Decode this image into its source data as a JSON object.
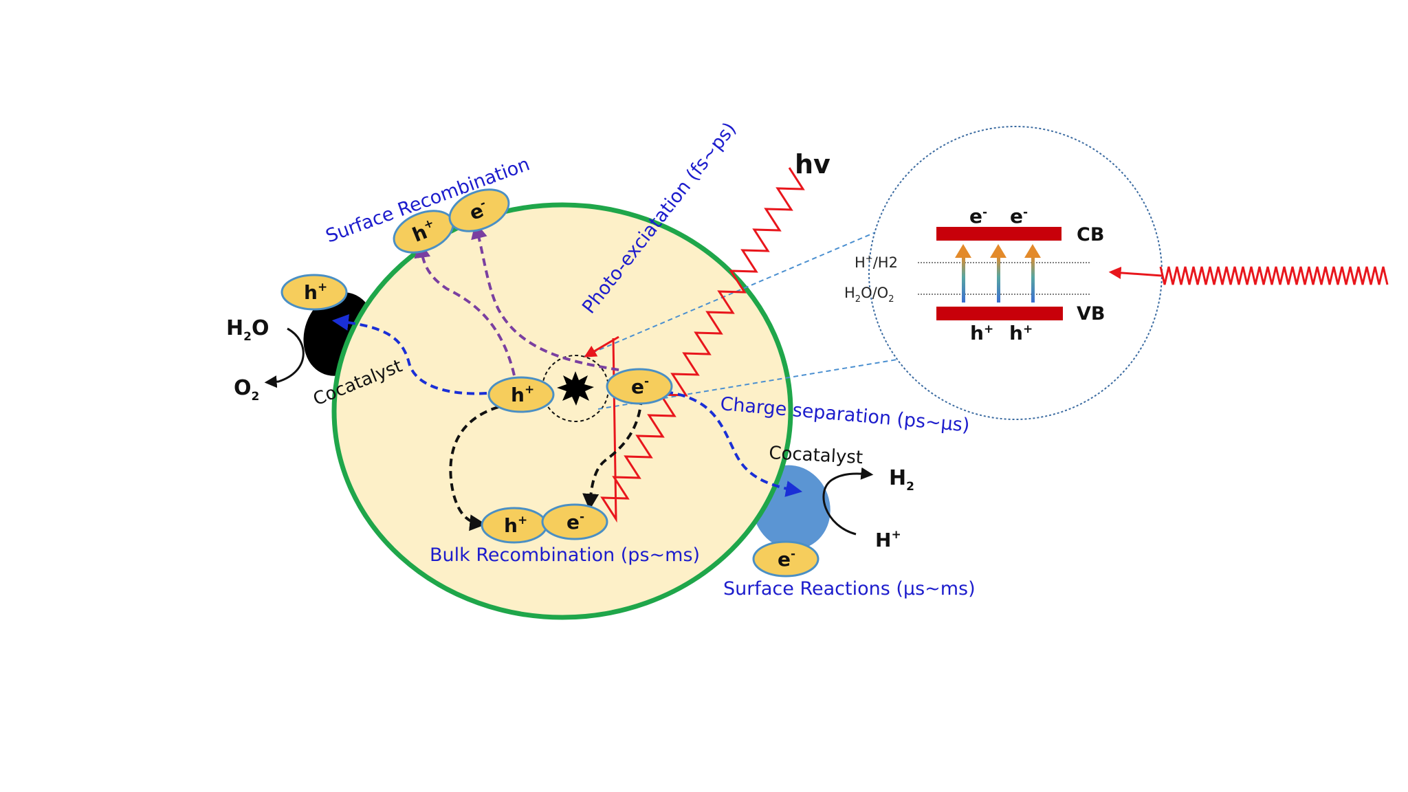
{
  "labels": {
    "surface_recombination": "Surface Recombination",
    "photo_excitation": "Photo-exciatation (fs~ps)",
    "hv": "hv",
    "charge_separation": "Charge separation (ps~µs)",
    "bulk_recombination": "Bulk Recombination (ps~ms)",
    "surface_reactions": "Surface Reactions (µs~ms)",
    "cocatalyst_left": "Cocatalyst",
    "cocatalyst_right": "Cocatalyst"
  },
  "species": {
    "h2o": "H",
    "h2o_sub": "2",
    "h2o_tail": "O",
    "o2": "O",
    "o2_sub": "2",
    "h2": "H",
    "h2_sub": "2",
    "hplus": "H",
    "hplus_sup": "+"
  },
  "carriers": {
    "hole": "h",
    "hole_sup": "+",
    "electron": "e",
    "electron_sup": "-"
  },
  "band_diagram": {
    "cb": "CB",
    "vb": "VB",
    "h_h2": "H",
    "h_h2_sup": "+",
    "h_h2_tail": "/H2",
    "h2o_o2_a": "H",
    "h2o_o2_sub1": "2",
    "h2o_o2_b": "O/O",
    "h2o_o2_sub2": "2",
    "e": "e",
    "e_sup": "-",
    "h": "h",
    "h_sup": "+"
  },
  "colors": {
    "particle_fill": "#fdf0c8",
    "particle_border": "#1fa64a",
    "carrier_fill": "#f6cd5c",
    "carrier_border": "#4a8fc4",
    "band_red": "#c8000a",
    "wave_red": "#e8161c",
    "blue_text": "#1c1ccc",
    "cocatalyst_right": "#5b95d3",
    "cocatalyst_left": "#000000",
    "purple_arrow": "#7a3fa0",
    "blue_arrow": "#1a2fd6"
  }
}
